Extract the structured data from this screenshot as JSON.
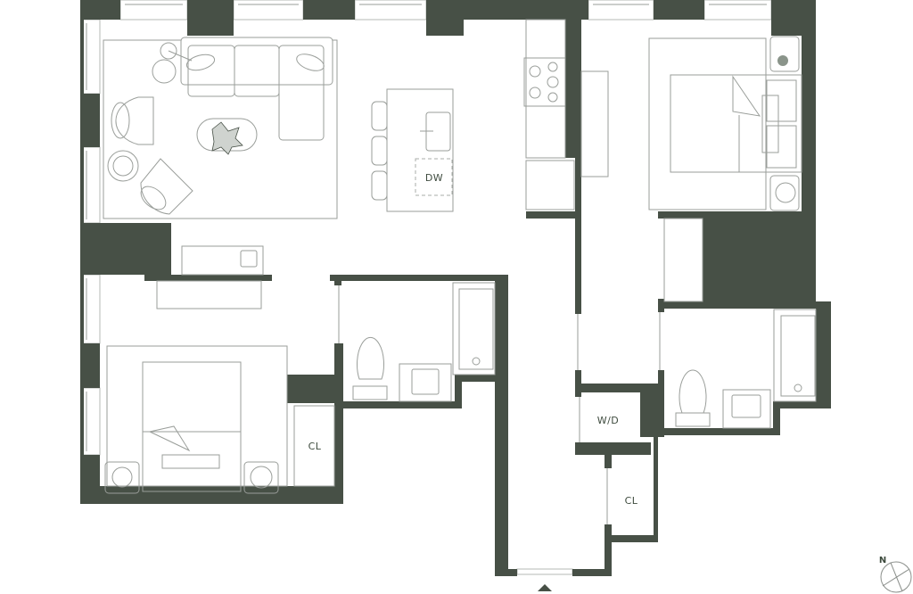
{
  "plan": {
    "wall_color": "#475046",
    "labels": {
      "dishwasher": "DW",
      "washer_dryer": "W/D",
      "closet_bedroom_1": "CL",
      "closet_hall": "CL"
    },
    "compass": {
      "north_label": "N"
    },
    "entrance_marker": "triangle-up"
  }
}
